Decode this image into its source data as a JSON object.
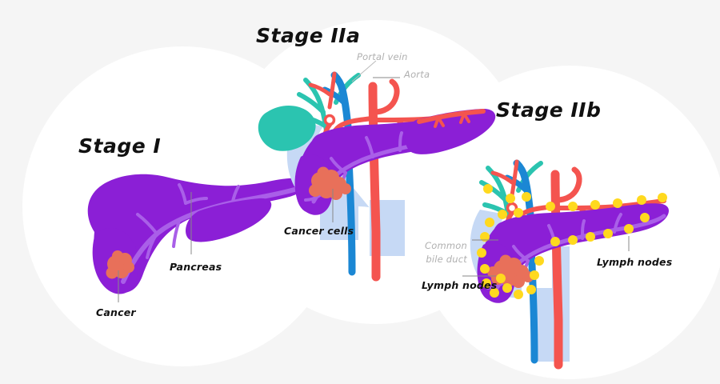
{
  "figure": {
    "subject": "Pancreatic cancer staging illustration",
    "background_color": "#f5f5f5",
    "panel_circle_color": "#ffffff"
  },
  "palette": {
    "pancreas": "#8B1FD6",
    "pancreas_duct": "#A95FE8",
    "tumor": "#E8705A",
    "lymph_node": "#FFD91E",
    "artery": "#F4544F",
    "vein": "#1B87D4",
    "bile_duct": "#2BC4B0",
    "duodenum": "#C6D9F5",
    "label_text": "#111111",
    "muted_text": "#b0b0b0",
    "leader_line": "#888888"
  },
  "stages": [
    {
      "id": "stage-1",
      "title": "Stage I",
      "labels": [
        {
          "id": "pancreas",
          "text": "Pancreas",
          "tone": "dark"
        },
        {
          "id": "cancer",
          "text": "Cancer",
          "tone": "dark"
        }
      ]
    },
    {
      "id": "stage-2a",
      "title": "Stage IIa",
      "labels": [
        {
          "id": "portal-vein",
          "text": "Portal vein",
          "tone": "muted"
        },
        {
          "id": "aorta",
          "text": "Aorta",
          "tone": "muted"
        },
        {
          "id": "cancer-cells",
          "text": "Cancer cells",
          "tone": "dark"
        }
      ]
    },
    {
      "id": "stage-2b",
      "title": "Stage IIb",
      "labels": [
        {
          "id": "common-bile-duct-line1",
          "text": "Common",
          "tone": "muted"
        },
        {
          "id": "common-bile-duct-line2",
          "text": "bile duct",
          "tone": "muted"
        },
        {
          "id": "lymph-nodes-left",
          "text": "Lymph nodes",
          "tone": "dark"
        },
        {
          "id": "lymph-nodes-right",
          "text": "Lymph nodes",
          "tone": "dark"
        }
      ]
    }
  ]
}
